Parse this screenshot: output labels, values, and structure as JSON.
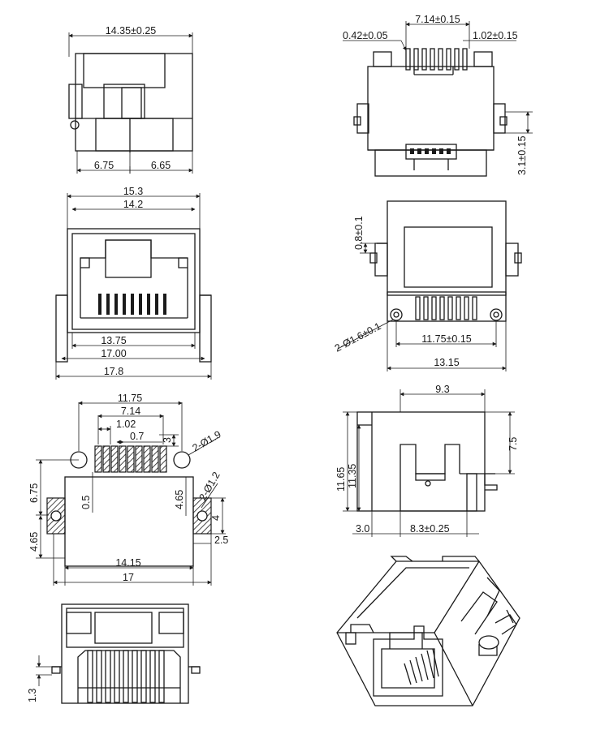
{
  "views": {
    "top_left": {
      "overall_width": "14.35±0.25",
      "left_half": "6.75",
      "right_half": "6.65"
    },
    "top_right": {
      "pin_span": "7.14±0.15",
      "pin_width_left": "0.42±0.05",
      "pin_width_right": "1.02±0.15",
      "side_height": "3.1±0.15"
    },
    "front": {
      "outer_width": "15.3",
      "inner_width": "14.2",
      "opening_width": "13.75",
      "body_width": "17.00",
      "flange_width": "17.8"
    },
    "bottom": {
      "tab_height": "0.8±0.1",
      "post_holes": "2-Ø1.6±0.1",
      "post_spacing": "11.75±0.15",
      "overall_width": "13.15"
    },
    "pcb_layout": {
      "hole_spacing": "11.75",
      "pin_span": "7.14",
      "pin_pitch": "1.02",
      "pin_width": "0.7",
      "row_offset": "3",
      "large_hole": "2-Ø1.9",
      "small_hole": "2-Ø1.2",
      "vertical_offset": "6.75",
      "pin_edge": "0.5",
      "pad_offset": "4.65",
      "pad_height": "4",
      "pad_width": "2.5",
      "lower_offset": "4.65",
      "inner_width": "14.15",
      "overall_width": "17"
    },
    "side": {
      "top_width": "9.3",
      "right_height": "7.5",
      "total_height": "11.65",
      "body_height": "11.35",
      "base_offset": "3.0",
      "base_length": "8.3±0.25"
    },
    "back": {
      "standoff": "1.3"
    }
  }
}
